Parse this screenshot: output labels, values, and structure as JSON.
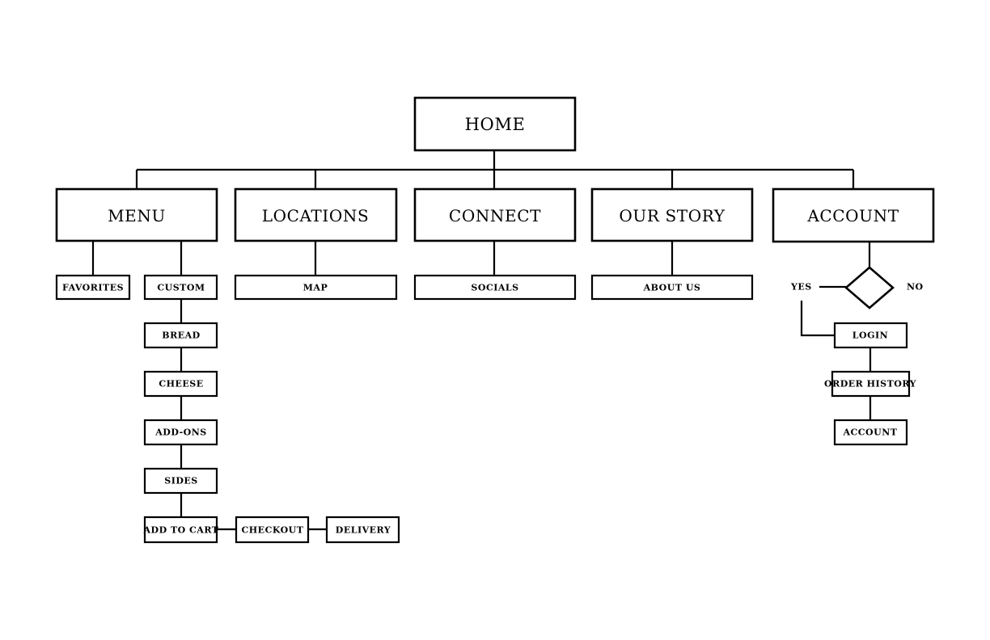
{
  "diagram": {
    "type": "sitemap-flowchart",
    "title": "HOME",
    "background_color": "#ffffff",
    "line_color": "#000000",
    "root": {
      "id": "home",
      "label": "HOME",
      "shape": "rectangle"
    },
    "level2": [
      {
        "id": "menu",
        "label": "MENU",
        "shape": "rectangle"
      },
      {
        "id": "locations",
        "label": "LOCATIONS",
        "shape": "rectangle"
      },
      {
        "id": "connect",
        "label": "CONNECT",
        "shape": "rectangle"
      },
      {
        "id": "our-story",
        "label": "OUR STORY",
        "shape": "rectangle"
      },
      {
        "id": "account",
        "label": "ACCOUNT",
        "shape": "rectangle"
      }
    ],
    "menu_children": [
      {
        "id": "favorites",
        "label": "FAVORITES",
        "shape": "rectangle"
      },
      {
        "id": "custom",
        "label": "CUSTOM",
        "shape": "rectangle"
      }
    ],
    "custom_chain": [
      {
        "id": "bread",
        "label": "BREAD",
        "shape": "rectangle"
      },
      {
        "id": "cheese",
        "label": "CHEESE",
        "shape": "rectangle"
      },
      {
        "id": "add-ons",
        "label": "ADD-ONS",
        "shape": "rectangle"
      },
      {
        "id": "sides",
        "label": "SIDES",
        "shape": "rectangle"
      },
      {
        "id": "add-to-cart",
        "label": "ADD TO CART",
        "shape": "rectangle"
      }
    ],
    "cart_chain": [
      {
        "id": "checkout",
        "label": "CHECKOUT",
        "shape": "rectangle"
      },
      {
        "id": "delivery",
        "label": "DELIVERY",
        "shape": "rectangle"
      }
    ],
    "locations_children": [
      {
        "id": "map",
        "label": "MAP",
        "shape": "rectangle"
      }
    ],
    "connect_children": [
      {
        "id": "socials",
        "label": "SOCIALS",
        "shape": "rectangle"
      }
    ],
    "our_story_children": [
      {
        "id": "about-us",
        "label": "ABOUT US",
        "shape": "rectangle"
      }
    ],
    "account_branch": {
      "decision": {
        "id": "account-decision",
        "label": "",
        "shape": "diamond"
      },
      "yes_label": "YES",
      "no_label": "NO",
      "yes_path": [
        {
          "id": "login",
          "label": "LOGIN",
          "shape": "rectangle"
        },
        {
          "id": "order-history",
          "label": "ORDER HISTORY",
          "shape": "rectangle"
        },
        {
          "id": "account-page",
          "label": "ACCOUNT",
          "shape": "rectangle"
        }
      ]
    }
  }
}
